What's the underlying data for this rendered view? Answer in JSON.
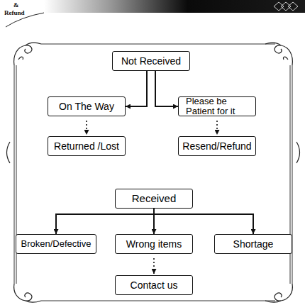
{
  "diagram": {
    "nodes": [
      {
        "text": [
          "Not Received"
        ]
      },
      {
        "text": [
          "On The Way"
        ]
      },
      {
        "text": [
          "Please be Patient for it"
        ]
      },
      {
        "text": [
          "Returned /Lost"
        ]
      },
      {
        "text": [
          "Resend/Refund"
        ]
      },
      {
        "text": [
          "Received"
        ]
      },
      {
        "text": [
          "Broken/Defective"
        ]
      },
      {
        "text": [
          "Wrong items"
        ]
      },
      {
        "text": [
          "Shortage"
        ]
      },
      {
        "text": [
          "Contact us"
        ]
      }
    ],
    "edges": [
      {
        "from": 0,
        "to": 1,
        "arrow": "to"
      },
      {
        "from": 0,
        "to": 2,
        "arrow": "to"
      },
      {
        "from": 1,
        "to": 3,
        "arrow": "to"
      },
      {
        "from": 2,
        "to": 4,
        "arrow": "to"
      },
      {
        "from": 5,
        "to": 6,
        "arrow": "to"
      },
      {
        "from": 5,
        "to": 7,
        "arrow": "to"
      },
      {
        "from": 5,
        "to": 8,
        "arrow": "to"
      },
      {
        "from": 7,
        "to": 9,
        "arrow": "to"
      }
    ],
    "labels": [
      "&",
      "Refund"
    ]
  }
}
